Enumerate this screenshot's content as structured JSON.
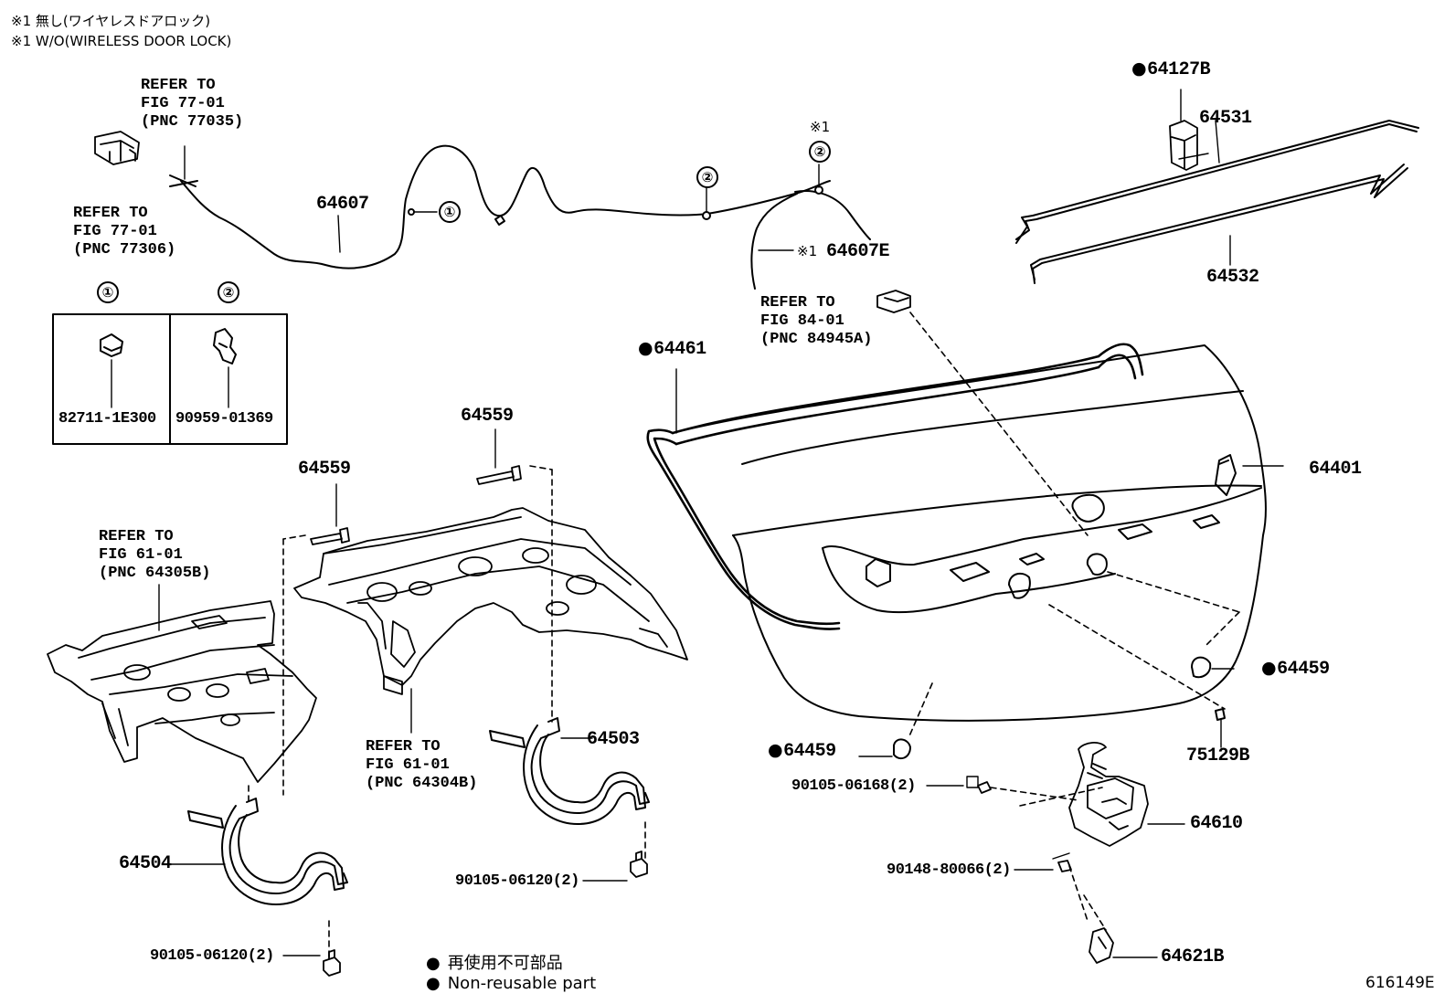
{
  "notes": {
    "line1": "※1 無し(ワイヤレスドアロック)",
    "line2": "※1 W/O(WIRELESS DOOR LOCK)"
  },
  "refs": {
    "r77035": [
      "REFER TO",
      "FIG 77-01",
      "(PNC 77035)"
    ],
    "r77306": [
      "REFER TO",
      "FIG 77-01",
      "(PNC 77306)"
    ],
    "r84945a": [
      "REFER TO",
      "FIG 84-01",
      "(PNC 84945A)"
    ],
    "r64305b": [
      "REFER TO",
      "FIG 61-01",
      "(PNC 64305B)"
    ],
    "r64304b": [
      "REFER TO",
      "FIG 61-01",
      "(PNC 64304B)"
    ]
  },
  "parts": {
    "p64607": "64607",
    "p64607e": "64607E",
    "p64127b": "64127B",
    "p64531": "64531",
    "p64532": "64532",
    "p64461": "64461",
    "p64401": "64401",
    "p64559a": "64559",
    "p64559b": "64559",
    "p64503": "64503",
    "p64504": "64504",
    "p64459a": "64459",
    "p64459b": "64459",
    "p75129b": "75129B",
    "p64610": "64610",
    "p64621b": "64621B",
    "b9010506168": "90105-06168(2)",
    "b9014880066": "90148-80066(2)",
    "b9010506120a": "90105-06120(2)",
    "b9010506120b": "90105-06120(2)"
  },
  "inset": {
    "circle1": "①",
    "circle2": "②",
    "part1": "82711-1E300",
    "part2": "90959-01369"
  },
  "callouts": {
    "c1": "①",
    "c2a": "②",
    "c2b": "②",
    "star1": "※1",
    "star1b": "※1"
  },
  "legend": {
    "jp": "再使用不可部品",
    "en": "Non-reusable part"
  },
  "figure_id": "616149E"
}
